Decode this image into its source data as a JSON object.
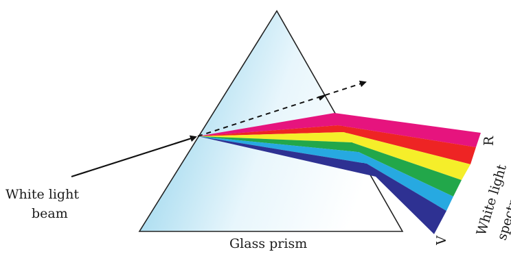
{
  "labels": {
    "incident": [
      "White light",
      "beam"
    ],
    "prism": "Glass prism",
    "spectrum": [
      "White light",
      "spectrum"
    ],
    "red_end": "R",
    "violet_end": "V"
  },
  "colors": {
    "prism_fill_edge": "#7fcbe8",
    "prism_fill_center": "#e8f6fc",
    "prism_stroke": "#222222",
    "ray": "#111111",
    "band_colors": [
      "#e6147e",
      "#ee2424",
      "#f5ee2a",
      "#22a74a",
      "#27a9e1",
      "#2e3192"
    ]
  },
  "spectrum_bands": [
    "magenta",
    "red",
    "yellow",
    "green",
    "blue",
    "indigo"
  ]
}
